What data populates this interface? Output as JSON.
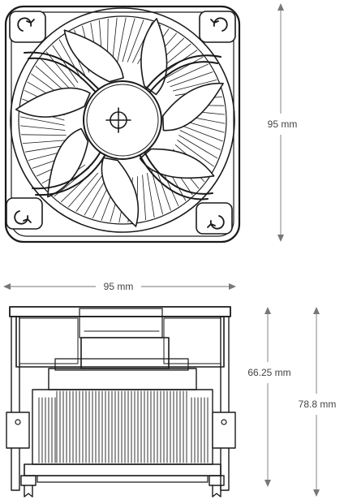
{
  "dimensions": {
    "top_height": "95 mm",
    "width": "95 mm",
    "side_body_height": "66.25 mm",
    "side_total_height": "78.8 mm"
  },
  "icons": {
    "hub_logo": "crosshair-logo-icon",
    "clip": "mounting-clip-icon",
    "fan_blade": "fan-blade-icon"
  },
  "colors": {
    "line": "#1a1a1a",
    "dimension": "#777777",
    "label": "#444444",
    "background": "#ffffff"
  },
  "fan": {
    "blade_count": 7
  }
}
